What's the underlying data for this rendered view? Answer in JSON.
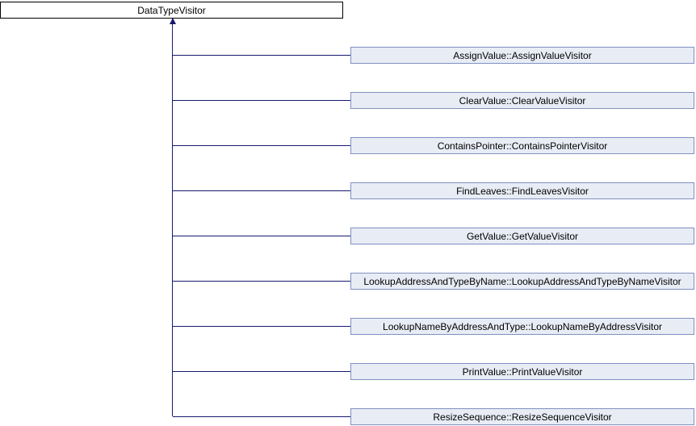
{
  "diagram": {
    "type": "class-inheritance-hierarchy",
    "base_class": {
      "label": "DataTypeVisitor"
    },
    "derived_classes": [
      {
        "label": "AssignValue::AssignValueVisitor"
      },
      {
        "label": "ClearValue::ClearValueVisitor"
      },
      {
        "label": "ContainsPointer::ContainsPointerVisitor"
      },
      {
        "label": "FindLeaves::FindLeavesVisitor"
      },
      {
        "label": "GetValue::GetValueVisitor"
      },
      {
        "label": "LookupAddressAndTypeByName::LookupAddressAndTypeByNameVisitor"
      },
      {
        "label": "LookupNameByAddressAndType::LookupNameByAddressVisitor"
      },
      {
        "label": "PrintValue::PrintValueVisitor"
      },
      {
        "label": "ResizeSequence::ResizeSequenceVisitor"
      }
    ],
    "colors": {
      "node_fill": "#e8ecf5",
      "node_border": "#8191bf",
      "base_fill": "#ffffff",
      "base_border": "#000000",
      "edge": "#191970",
      "text": "#000000"
    }
  }
}
